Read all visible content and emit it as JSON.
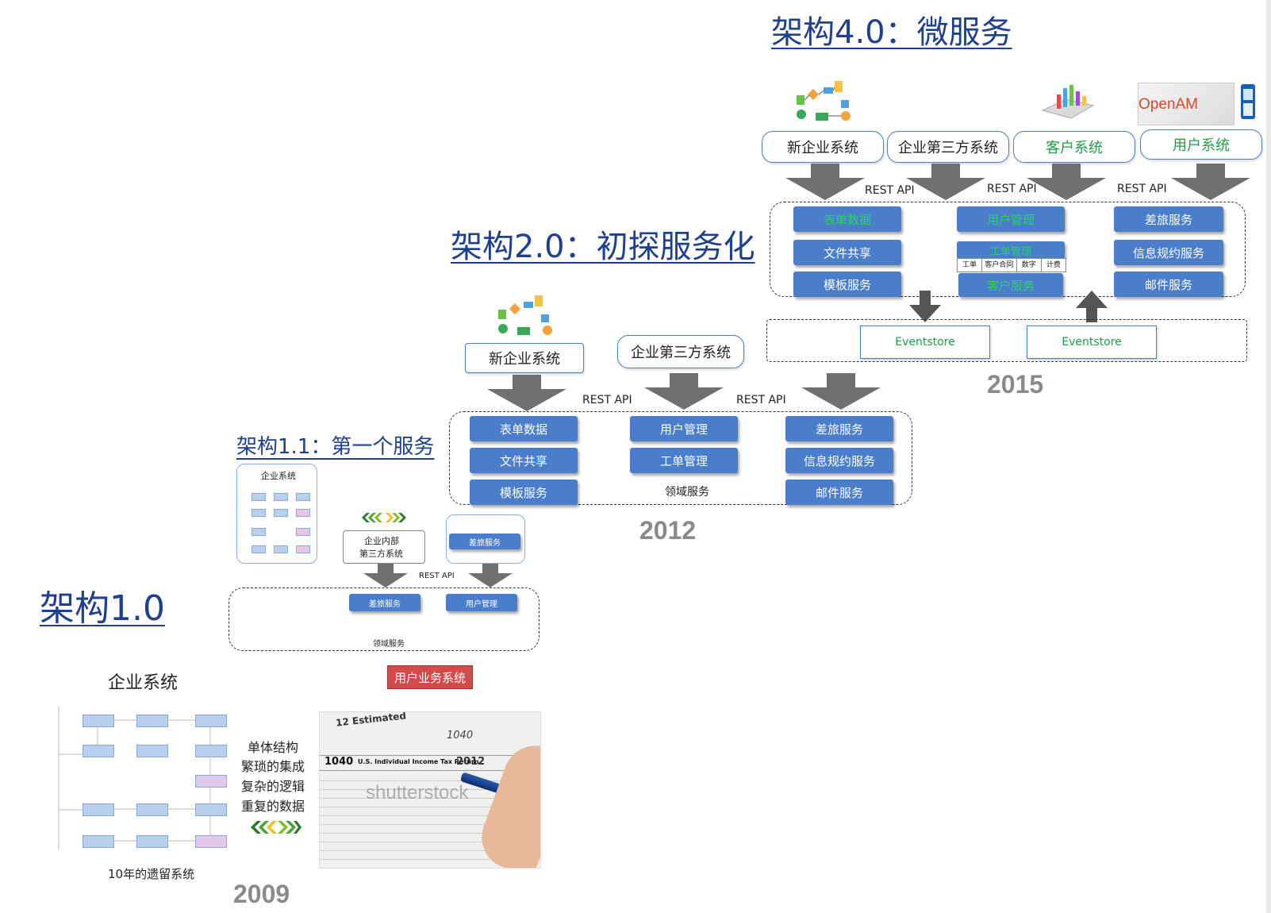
{
  "arch40": {
    "title": "架构4.0：微服务",
    "year": "2015",
    "systems": [
      "新企业系统",
      "企业第三方系统",
      "客户系统",
      "用户系统"
    ],
    "rest": [
      "REST API",
      "REST API",
      "REST API"
    ],
    "services_left": [
      "表单数据",
      "文件共享",
      "模板服务"
    ],
    "services_mid": [
      "用户管理",
      "工单管理",
      "客户服务"
    ],
    "sub_tags": [
      "工单",
      "客户合同",
      "数字",
      "计费"
    ],
    "services_right": [
      "差旅服务",
      "信息规约服务",
      "邮件服务"
    ],
    "eventstore": [
      "Eventstore",
      "Eventstore"
    ],
    "openam": "OpenAM"
  },
  "arch20": {
    "title": "架构2.0：初探服务化",
    "year": "2012",
    "systems": [
      "新企业系统",
      "企业第三方系统"
    ],
    "rest": [
      "REST API",
      "REST API"
    ],
    "services_left": [
      "表单数据",
      "文件共享",
      "模板服务"
    ],
    "services_mid": [
      "用户管理",
      "工单管理"
    ],
    "domain": "领域服务",
    "services_right": [
      "差旅服务",
      "信息规约服务",
      "邮件服务"
    ]
  },
  "arch11": {
    "title": "架构1.1：第一个服务",
    "enterprise": "企业系统",
    "third_party": "企业内部\n第三方系统",
    "third_party_l1": "企业内部",
    "third_party_l2": "第三方系统",
    "svc_top": "差旅服务",
    "rest": "REST API",
    "svc_a": "差旅服务",
    "svc_b": "用户管理",
    "domain": "领域服务",
    "user_biz": "用户业务系统"
  },
  "arch10": {
    "title": "架构1.0",
    "year": "2009",
    "enterprise": "企业系统",
    "caption": "10年的遗留系统",
    "bullets": [
      "单体结构",
      "繁琐的集成",
      "复杂的逻辑",
      "重复的数据"
    ],
    "watermark": "shutterstock",
    "tax_text": [
      "12 Estimated",
      "1040",
      "U.S. Individual Income Tax Return",
      "2012"
    ]
  },
  "colors": {
    "title": "#1f3f8f",
    "service": "#4a7ecb",
    "green": "#1f9e4a",
    "arrow": "#707070",
    "badge": "#d24a4a"
  }
}
